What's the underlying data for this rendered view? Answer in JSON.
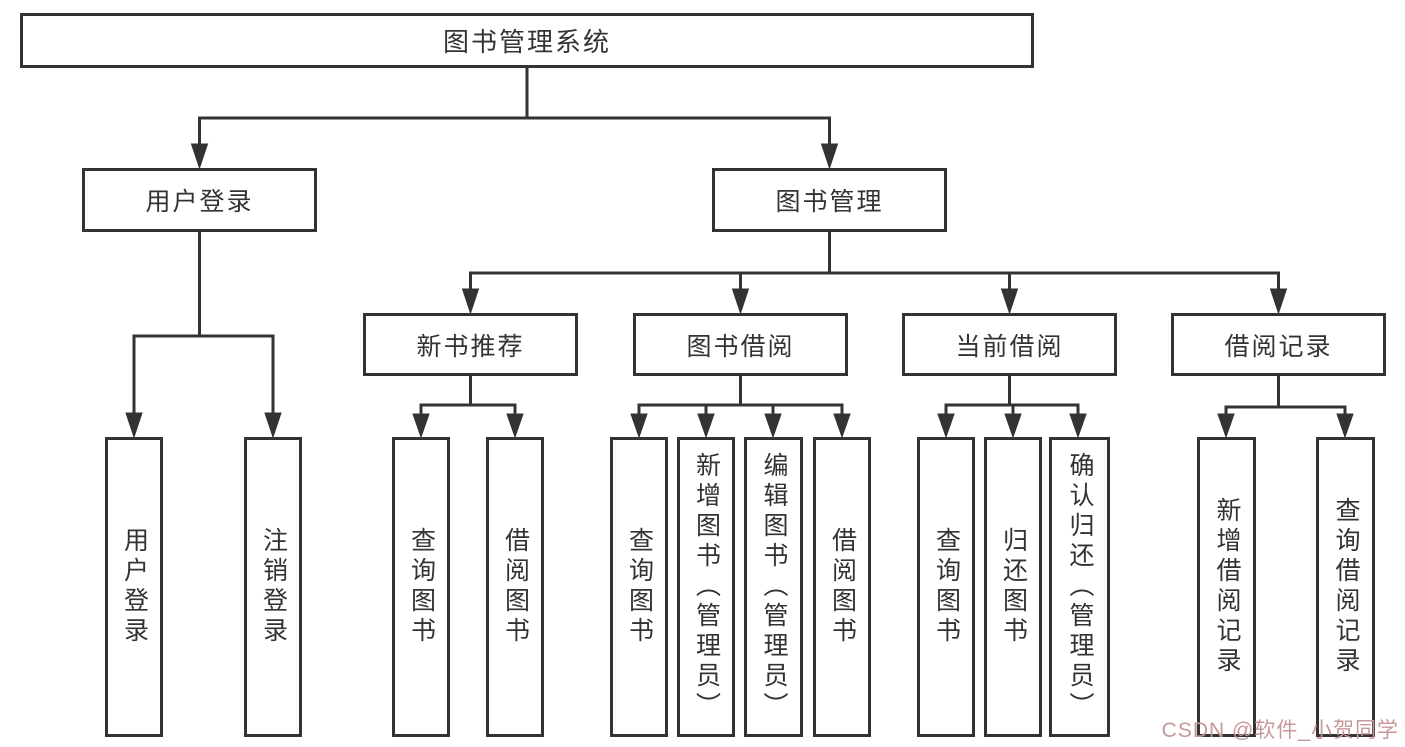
{
  "diagram": {
    "root": {
      "label": "图书管理系统"
    },
    "level2": {
      "user_login": {
        "label": "用户登录"
      },
      "book_mgmt": {
        "label": "图书管理"
      }
    },
    "level3": {
      "new_book": {
        "label": "新书推荐"
      },
      "borrow": {
        "label": "图书借阅"
      },
      "current": {
        "label": "当前借阅"
      },
      "records": {
        "label": "借阅记录"
      }
    },
    "leaves": {
      "login": [
        "用户登录",
        "注销登录"
      ],
      "new_book": [
        "查询图书",
        "借阅图书"
      ],
      "borrow": [
        "查询图书",
        "新增图书（管理员）",
        "编辑图书（管理员）",
        "借阅图书"
      ],
      "current": [
        "查询图书",
        "归还图书",
        "确认归还（管理员）"
      ],
      "records": [
        "新增借阅记录",
        "查询借阅记录"
      ]
    },
    "colors": {
      "line": "#333333",
      "watermark": "#c79898"
    }
  },
  "watermark": "CSDN @软件_小贺同学"
}
